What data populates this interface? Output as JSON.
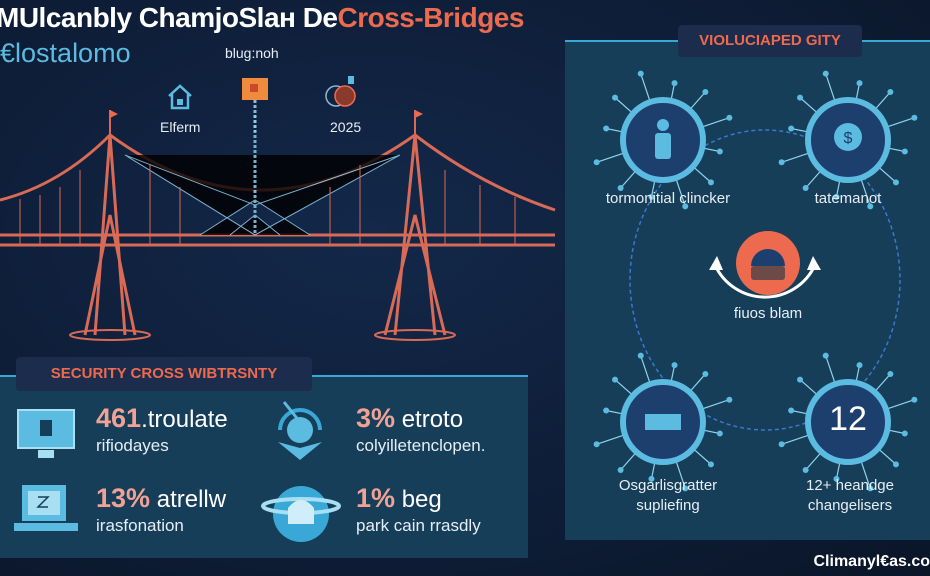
{
  "header": {
    "title_main": "MUlcanbly ChamjoSlaн De",
    "title_highlight": "Cross-Bridges",
    "logo_text": "lostalomo",
    "subtitle": "blug:noh"
  },
  "top_icons": [
    {
      "icon": "house-icon",
      "label": "Elferm"
    },
    {
      "icon": "calendar-icon",
      "label": ""
    },
    {
      "icon": "globe-icon",
      "label": "2025"
    }
  ],
  "left_panel": {
    "tab": "SECURITY CROSS WIBTRSNTY",
    "stats": [
      {
        "icon": "monitor-lock-icon",
        "value": "461",
        "word": ".troulate",
        "sub": "rifiodayes"
      },
      {
        "icon": "user-shield-icon",
        "value": "3%",
        "word": " etroto",
        "sub": "colyilletenclopen."
      },
      {
        "icon": "laptop-icon",
        "value": "13%",
        "word": " atrellw",
        "sub": "irasfonation"
      },
      {
        "icon": "planet-icon",
        "value": "1%",
        "word": " beg",
        "sub": "park cain rrasdly"
      }
    ]
  },
  "right_panel": {
    "tab": "VIOLUCIAPED GITY",
    "nodes": [
      {
        "icon": "person-icon",
        "label": "tormonitial clincker"
      },
      {
        "icon": "dollar-icon",
        "label": "tatemanot"
      },
      {
        "icon": "card-icon",
        "label": "Osgarlisgratter supliefing"
      },
      {
        "icon": "number-badge",
        "value": "12",
        "label": "12+ heandge changelisers"
      }
    ],
    "center_label": "fiuos blam"
  },
  "footer": "Climanyl€as.co",
  "colors": {
    "accent": "#ee6a4e",
    "cyan": "#3aa8d6",
    "panel": "#163e58",
    "bg": "#0d1b33"
  }
}
